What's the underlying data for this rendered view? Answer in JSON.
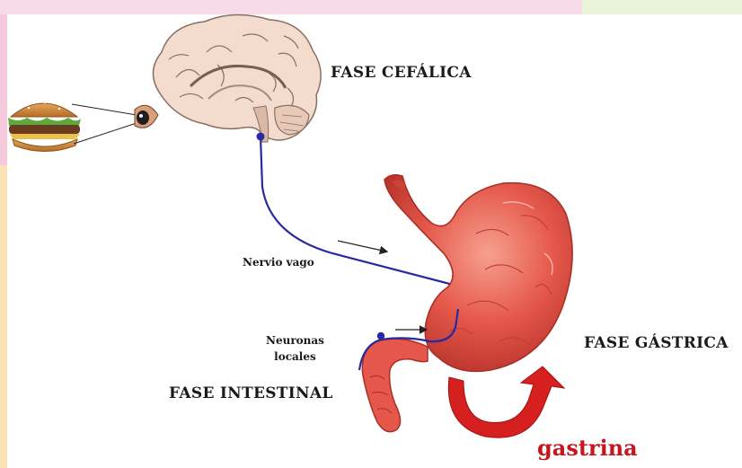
{
  "labels": {
    "fase_cefalica": "FASE CEFÁLICA",
    "fase_gastrica": "FASE GÁSTRICA",
    "fase_intestinal": "FASE INTESTINAL",
    "nervio_vago": "Nervio vago",
    "neuronas_line1": "Neuronas",
    "neuronas_line2": "locales",
    "gastrina": "gastrina"
  },
  "colors": {
    "nerve": "#2a2aa0",
    "stomach": "#e4574a",
    "stomach_dark": "#b8332b",
    "gastrina_arrow": "#d61f1f",
    "brain_fill": "#f3dccd",
    "brain_line": "#8a6f62"
  },
  "icons": [
    "hamburger-icon",
    "eye-icon",
    "brain-icon",
    "stomach-icon",
    "duodenum-icon"
  ]
}
